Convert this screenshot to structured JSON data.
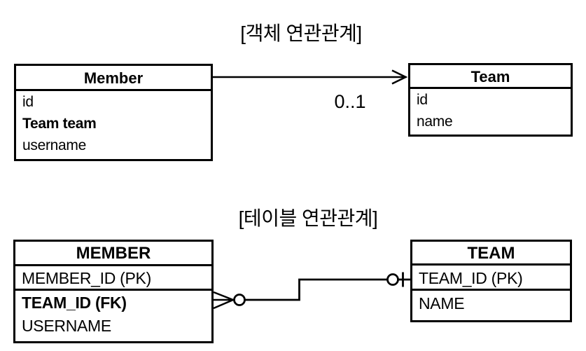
{
  "colors": {
    "line": "#000000",
    "text": "#000000",
    "background": "#ffffff"
  },
  "object_diagram": {
    "title": "[객체 연관관계]",
    "member_class": {
      "title": "Member",
      "fields": [
        {
          "label": "id"
        },
        {
          "label": "Team team"
        },
        {
          "label": "username"
        }
      ]
    },
    "team_class": {
      "title": "Team",
      "fields": [
        {
          "label": "id"
        },
        {
          "label": "name"
        }
      ]
    },
    "association": {
      "multiplicity": "0..1",
      "direction": "member-to-team",
      "arrow_style": "open-arrowhead"
    }
  },
  "table_diagram": {
    "title": "[테이블 연관관계]",
    "member_table": {
      "title": "MEMBER",
      "columns": [
        {
          "label": "MEMBER_ID (PK)"
        },
        {
          "label": "TEAM_ID (FK)"
        },
        {
          "label": "USERNAME"
        }
      ]
    },
    "team_table": {
      "title": "TEAM",
      "columns": [
        {
          "label": "TEAM_ID (PK)"
        },
        {
          "label": "NAME"
        }
      ]
    },
    "relationship": {
      "member_end": "zero-or-many-crows-foot-circle",
      "team_end": "zero-or-one-circle-bar"
    }
  }
}
